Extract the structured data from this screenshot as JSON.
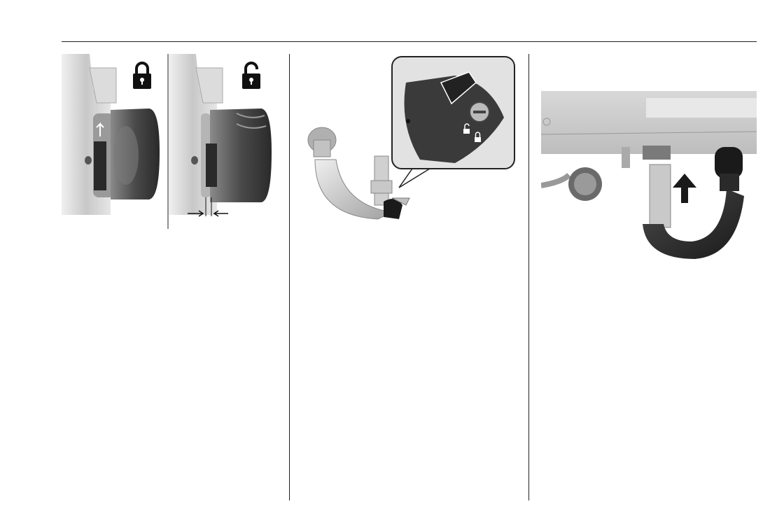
{
  "page": {
    "background": "#ffffff",
    "rule_color": "#222222"
  },
  "figures": [
    {
      "id": "locking-indicator",
      "panels": [
        {
          "state": "locked",
          "icon": "lock-closed-icon"
        },
        {
          "state": "unlocked",
          "icon": "lock-open-icon"
        }
      ]
    },
    {
      "id": "ball-bar-detail",
      "icon_set": [
        "lock-open-icon",
        "lock-closed-icon"
      ]
    },
    {
      "id": "ball-bar-insertion",
      "icon": "arrow-up-icon"
    }
  ],
  "colors": {
    "metal_light": "#d9d9d9",
    "metal_mid": "#a8a8a8",
    "metal_dark": "#5a5a5a",
    "black": "#1a1a1a"
  }
}
